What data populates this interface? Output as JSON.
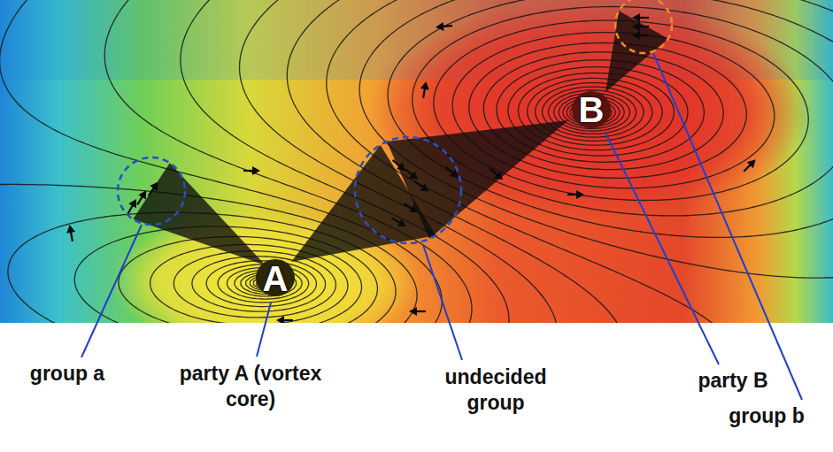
{
  "diagram": {
    "labels": [
      "A",
      "B",
      "group a",
      "party A (vortex core)",
      "undecided group",
      "party B",
      "group b"
    ]
  }
}
